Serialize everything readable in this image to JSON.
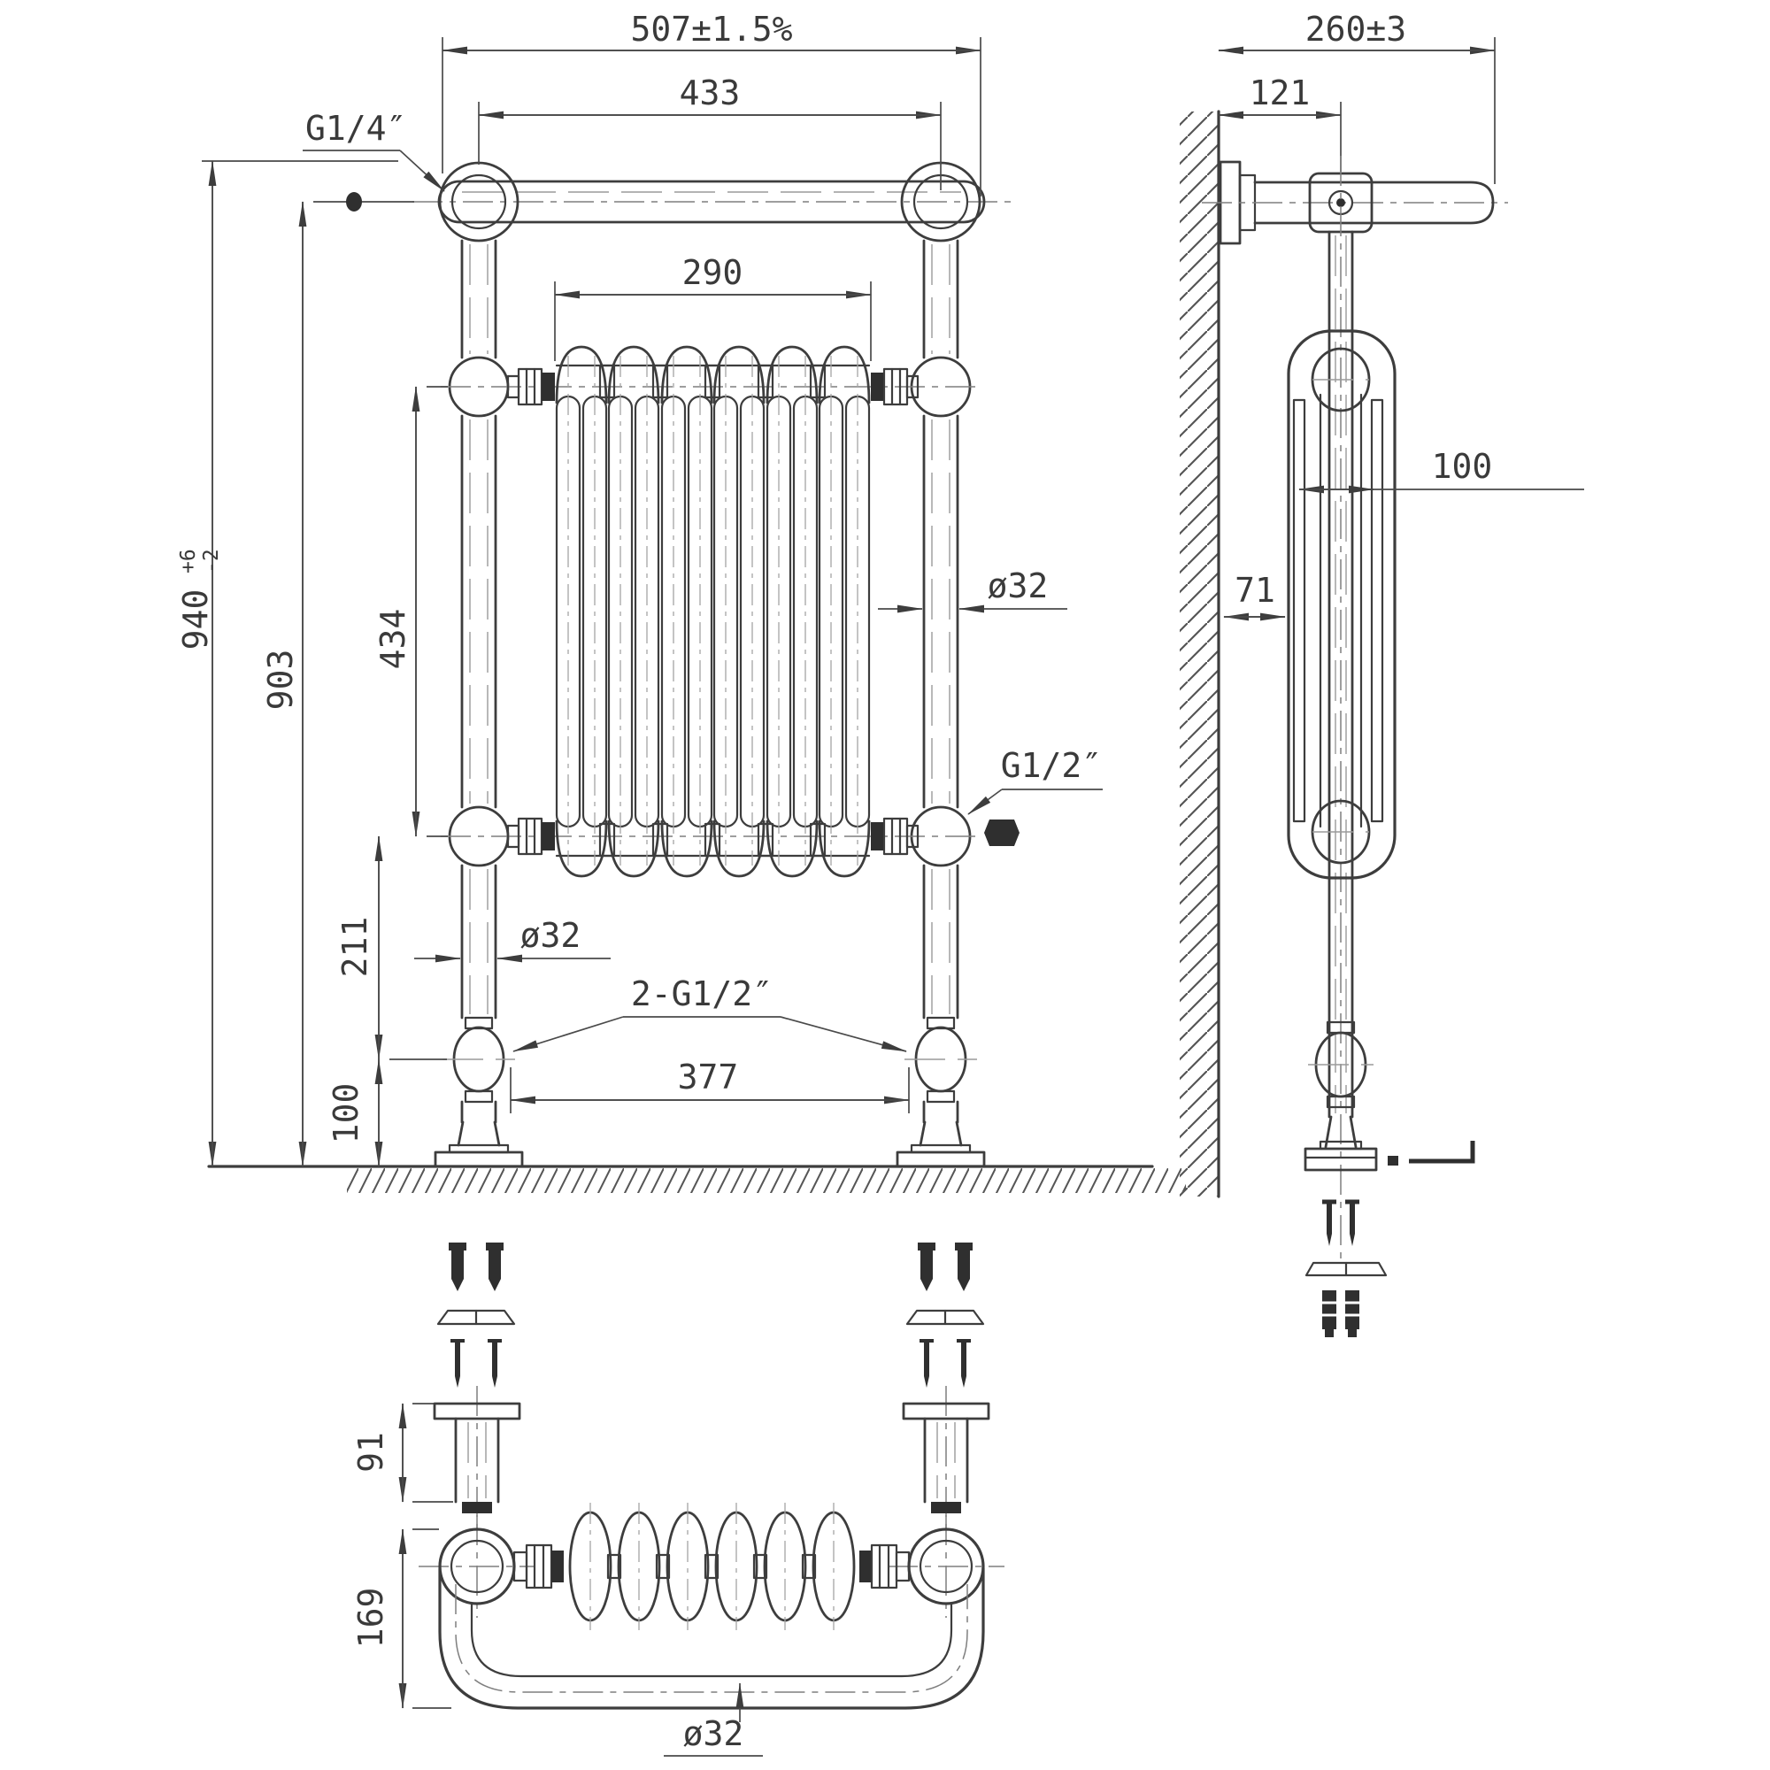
{
  "drawing": {
    "background": "#ffffff",
    "line_color": "#3d3d3d",
    "views": {
      "front": {
        "overall_width": "507±1.5%",
        "rail_centres": "433",
        "radiator_width": "290",
        "overall_height": "940",
        "overall_height_tol_plus": "+6",
        "overall_height_tol_minus": "-2",
        "rail_height": "903",
        "radiator_height": "434",
        "lower_section": "211",
        "base_height": "100",
        "pipe_dia_left": "ø32",
        "pipe_dia_right": "ø32",
        "top_connection": "G1/4″",
        "side_connection": "G1/2″",
        "bottom_connection": "2-G1/2″",
        "foot_centres": "377"
      },
      "side": {
        "overall_depth": "260±3",
        "bar_projection": "121",
        "radiator_depth": "100",
        "wall_clearance": "71"
      },
      "bottom": {
        "bracket_height": "91",
        "overall_depth": "169",
        "pipe_dia": "ø32"
      }
    }
  }
}
